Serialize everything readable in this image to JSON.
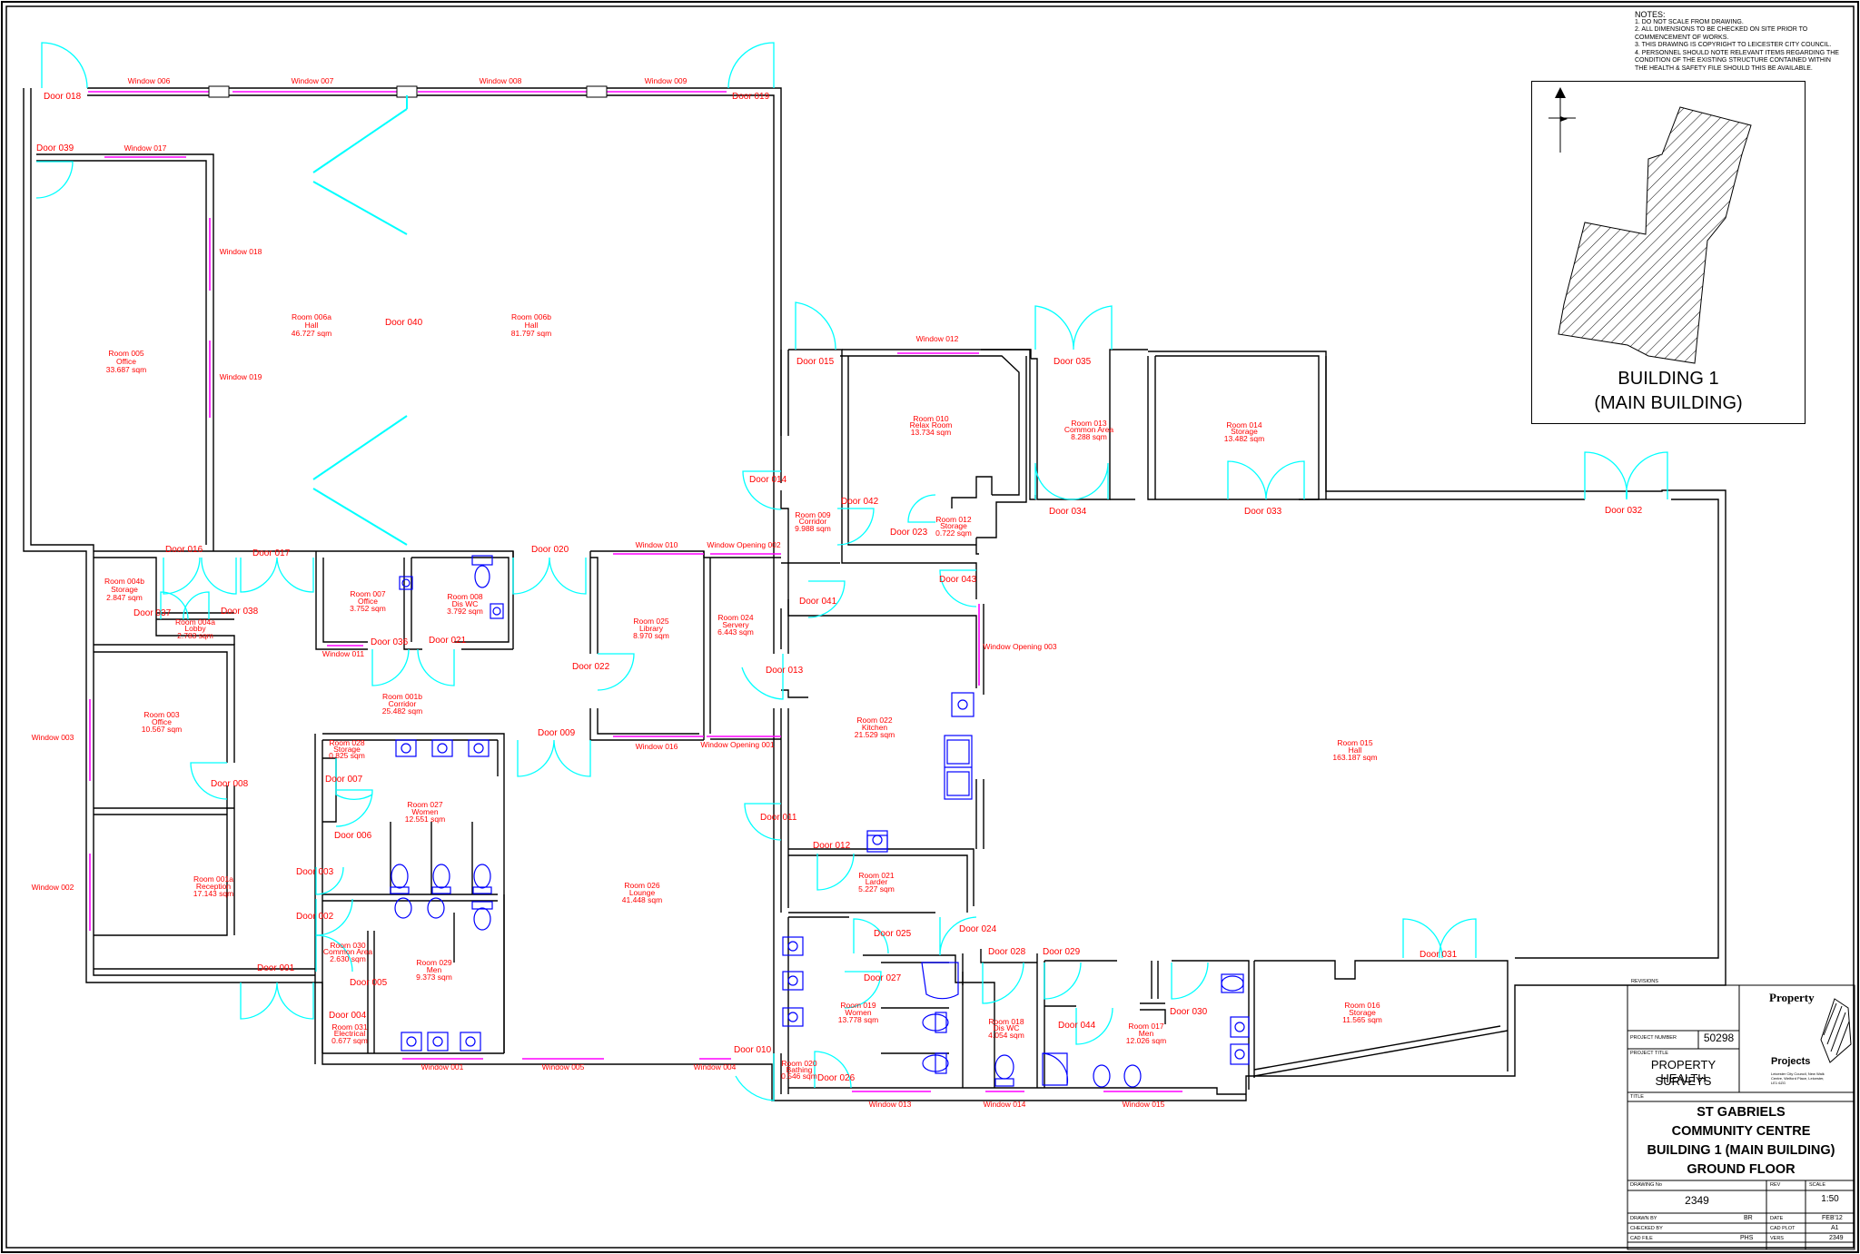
{
  "notes": {
    "heading": "NOTES:",
    "lines": [
      "1. DO NOT SCALE FROM DRAWING.",
      "2. ALL DIMENSIONS TO BE CHECKED ON SITE PRIOR TO COMMENCEMENT OF WORKS.",
      "3. THIS DRAWING IS COPYRIGHT TO LEICESTER CITY COUNCIL.",
      "4. PERSONNEL SHOULD NOTE RELEVANT ITEMS REGARDING THE CONDITION OF THE EXISTING STRUCTURE CONTAINED WITHIN THE HEALTH & SAFETY FILE SHOULD THIS BE AVAILABLE."
    ]
  },
  "key_plan": {
    "title_line1": "BUILDING 1",
    "title_line2": "(MAIN BUILDING)"
  },
  "title_block": {
    "revisions_label": "REVISIONS",
    "logo_top": "Property",
    "logo_bottom": "Projects",
    "logo_address": "Leicester City Council, New Walk Centre, Welford Place, Leicester, LE1 6ZG",
    "project_number_label": "PROJECT NUMBER",
    "project_number": "50298",
    "project_title_label": "PROJECT TITLE",
    "project_title_line1": "PROPERTY HEALTH",
    "project_title_line2": "SURVEYS",
    "title_label": "TITLE",
    "title_lines": [
      "ST GABRIELS",
      "COMMUNITY CENTRE",
      "BUILDING 1 (MAIN BUILDING)",
      "GROUND FLOOR"
    ],
    "drawing_no_label": "DRAWING No",
    "drawing_no": "2349",
    "rev_label": "REV",
    "scale_label": "SCALE",
    "scale": "1:50",
    "drawn_by_label": "DRAWN BY",
    "drawn_by": "BR",
    "date_label": "DATE",
    "date": "FEB'12",
    "checked_by_label": "CHECKED BY",
    "cad_plot_label": "CAD PLOT",
    "cad_plot": "A1",
    "cad_file_label": "CAD FILE",
    "cad_file": "PHS",
    "ver_label": "VERS",
    "ver": "2349"
  },
  "rooms": [
    {
      "id": "r005",
      "lines": [
        "Room 005",
        "Office",
        "33.687 sqm"
      ]
    },
    {
      "id": "r006a",
      "lines": [
        "Room 006a",
        "Hall",
        "46.727 sqm"
      ]
    },
    {
      "id": "r006b",
      "lines": [
        "Room 006b",
        "Hall",
        "81.797 sqm"
      ]
    },
    {
      "id": "r004b",
      "lines": [
        "Room 004b",
        "Storage",
        "2.847 sqm"
      ]
    },
    {
      "id": "r004a",
      "lines": [
        "Room 004a",
        "Lobby",
        "2.783 sqm"
      ]
    },
    {
      "id": "r003",
      "lines": [
        "Room 003",
        "Office",
        "10.567 sqm"
      ]
    },
    {
      "id": "r001a",
      "lines": [
        "Room 001a",
        "Reception",
        "17.143 sqm"
      ]
    },
    {
      "id": "r007",
      "lines": [
        "Room 007",
        "Office",
        "3.752 sqm"
      ]
    },
    {
      "id": "r008",
      "lines": [
        "Room 008",
        "Dis WC",
        "3.792 sqm"
      ]
    },
    {
      "id": "r001b",
      "lines": [
        "Room 001b",
        "Corridor",
        "25.482 sqm"
      ]
    },
    {
      "id": "r028",
      "lines": [
        "Room 028",
        "Storage",
        "0.825 sqm"
      ]
    },
    {
      "id": "r027",
      "lines": [
        "Room 027",
        "Women",
        "12.551 sqm"
      ]
    },
    {
      "id": "r029",
      "lines": [
        "Room 029",
        "Men",
        "9.373 sqm"
      ]
    },
    {
      "id": "r030",
      "lines": [
        "Room 030",
        "Common Area",
        "2.630 sqm"
      ]
    },
    {
      "id": "r031",
      "lines": [
        "Room 031",
        "Electrical",
        "0.677 sqm"
      ]
    },
    {
      "id": "r026",
      "lines": [
        "Room 026",
        "Lounge",
        "41.448 sqm"
      ]
    },
    {
      "id": "r025",
      "lines": [
        "Room 025",
        "Library",
        "8.970 sqm"
      ]
    },
    {
      "id": "r024",
      "lines": [
        "Room 024",
        "Servery",
        "6.443 sqm"
      ]
    },
    {
      "id": "r009",
      "lines": [
        "Room 009",
        "Corridor",
        "9.988 sqm"
      ]
    },
    {
      "id": "r010",
      "lines": [
        "Room 010",
        "Relax Room",
        "13.734 sqm"
      ]
    },
    {
      "id": "r012",
      "lines": [
        "Room 012",
        "Storage",
        "0.722 sqm"
      ]
    },
    {
      "id": "r013",
      "lines": [
        "Room 013",
        "Common Area",
        "8.288 sqm"
      ]
    },
    {
      "id": "r014",
      "lines": [
        "Room 014",
        "Storage",
        "13.482 sqm"
      ]
    },
    {
      "id": "r022",
      "lines": [
        "Room 022",
        "Kitchen",
        "21.529 sqm"
      ]
    },
    {
      "id": "r021",
      "lines": [
        "Room 021",
        "Larder",
        "5.227 sqm"
      ]
    },
    {
      "id": "r015",
      "lines": [
        "Room 015",
        "Hall",
        "163.187 sqm"
      ]
    },
    {
      "id": "r019",
      "lines": [
        "Room 019",
        "Women",
        "13.778 sqm"
      ]
    },
    {
      "id": "r020",
      "lines": [
        "Room 020",
        "Bathing",
        "0.546 sqm"
      ]
    },
    {
      "id": "r018",
      "lines": [
        "Room 018",
        "Dis WC",
        "4.054 sqm"
      ]
    },
    {
      "id": "r017",
      "lines": [
        "Room 017",
        "Men",
        "12.026 sqm"
      ]
    },
    {
      "id": "r016",
      "lines": [
        "Room 016",
        "Storage",
        "11.565 sqm"
      ]
    }
  ],
  "doors": [
    "Door 018",
    "Door 019",
    "Door 039",
    "Door 040",
    "Door 015",
    "Door 035",
    "Door 014",
    "Door 042",
    "Door 023",
    "Door 034",
    "Door 033",
    "Door 032",
    "Door 016",
    "Door 017",
    "Door 020",
    "Door 037",
    "Door 038",
    "Door 036",
    "Door 021",
    "Door 043",
    "Door 041",
    "Door 022",
    "Door 013",
    "Door 009",
    "Door 008",
    "Door 007",
    "Door 006",
    "Door 003",
    "Door 002",
    "Door 011",
    "Door 012",
    "Door 025",
    "Door 024",
    "Door 027",
    "Door 028",
    "Door 029",
    "Door 030",
    "Door 031",
    "Door 005",
    "Door 004",
    "Door 001",
    "Door 044",
    "Door 010",
    "Door 026"
  ],
  "windows": [
    "Window 006",
    "Window 007",
    "Window 008",
    "Window 009",
    "Window 017",
    "Window 018",
    "Window 019",
    "Window 012",
    "Window 010",
    "Window Opening 002",
    "Window 011",
    "Window Opening 003",
    "Window 016",
    "Window Opening 001",
    "Window 003",
    "Window 002",
    "Window 001",
    "Window 005",
    "Window 004",
    "Window 013",
    "Window 014",
    "Window 015"
  ],
  "colors": {
    "wall": "#000000",
    "label": "#ff0000",
    "door_swing": "#00ffff",
    "window": "#ff00ff",
    "fixture": "#0000ff"
  }
}
